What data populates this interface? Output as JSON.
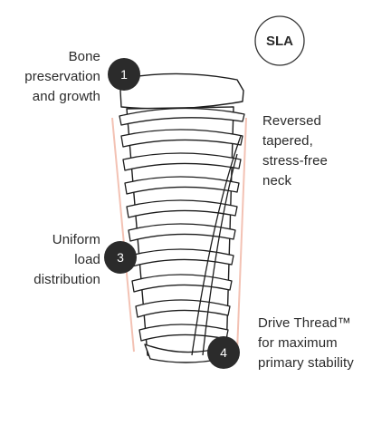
{
  "badge_top_right": "SLA",
  "callouts": {
    "c1": {
      "number": "1",
      "text": "Bone\npreservation\nand growth"
    },
    "c2": {
      "text": "Reversed\ntapered,\nstress-free\nneck"
    },
    "c3": {
      "number": "3",
      "text": "Uniform\nload\ndistribution"
    },
    "c4": {
      "number": "4",
      "text": "Drive Thread™\nfor maximum\nprimary stability"
    }
  },
  "colors": {
    "badge_fill": "#2b2b2b",
    "guide_line": "#f3c2b4",
    "outline": "#1c1c1c"
  }
}
